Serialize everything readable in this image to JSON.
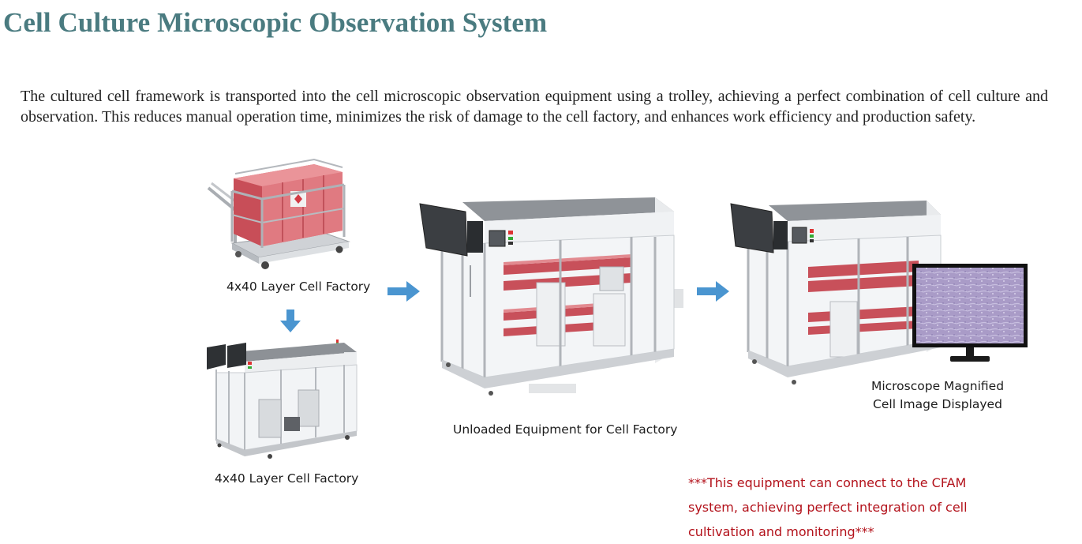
{
  "page": {
    "title": "Cell Culture Microscopic Observation System",
    "intro": "The cultured cell framework is transported into the cell microscopic observation equipment using a trolley, achieving a perfect combination of cell culture and observation. This reduces manual operation time, minimizes the risk of damage to the cell factory, and enhances work efficiency and production safety."
  },
  "diagram": {
    "trolley": {
      "caption": "4x40 Layer Cell Factory",
      "icon": "trolley-with-cell-factory"
    },
    "loaded_machine": {
      "caption": "4x40 Layer Cell Factory",
      "icon": "cell-factory-machine"
    },
    "unloaded_machine": {
      "caption": "Unloaded Equipment for Cell Factory",
      "icon": "observation-equipment"
    },
    "observation": {
      "caption_line1": "Microscope Magnified",
      "caption_line2": "Cell Image Displayed",
      "icon": "monitor-with-cell-image"
    },
    "arrows": [
      "arrow-down",
      "arrow-right",
      "arrow-right"
    ],
    "note": "***This equipment can connect to the CFAM system, achieving perfect integration of cell cultivation and monitoring***"
  },
  "colors": {
    "title": "#4a7b80",
    "arrow": "#4a95d0",
    "note": "#b3121b",
    "cell_box": "#d9626b",
    "cell_image": "#a99bc7"
  }
}
